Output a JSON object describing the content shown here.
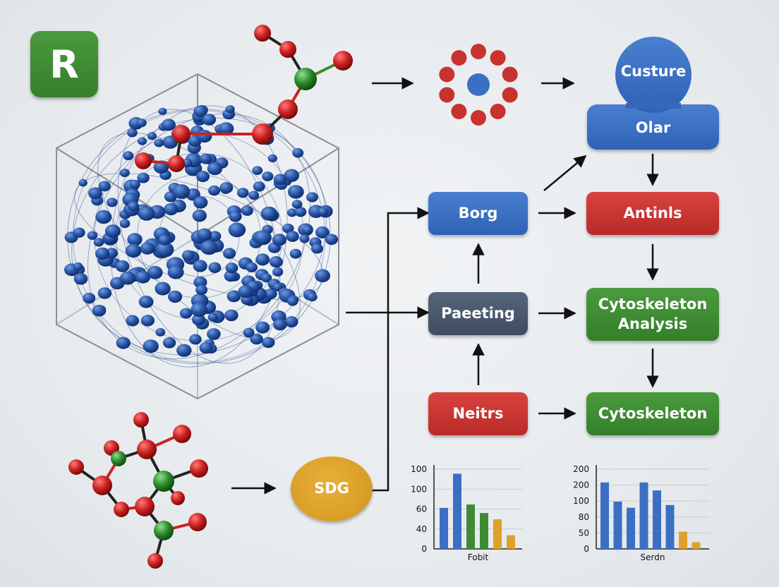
{
  "logo": {
    "letter": "R",
    "color": "#3f8a35"
  },
  "nodes": {
    "custure": "Custure",
    "olar": "Olar",
    "borg": "Borg",
    "antinls": "Antinls",
    "paeeting": "Paeeting",
    "cyto_analysis": "Cytoskeleton\nAnalysis",
    "neitrs": "Neitrs",
    "cytoskeleton": "Cytoskeleton",
    "sdg": "SDG"
  },
  "colors": {
    "blue": "#3b6fc4",
    "red": "#c8322f",
    "green": "#3f8b35",
    "slate": "#4b596d",
    "gold": "#dca22a",
    "atom_blue": "#2a56a8",
    "atom_red": "#cc2222",
    "atom_green": "#2e8b2e"
  },
  "chart_data": [
    {
      "type": "bar",
      "ytick_labels": [
        "100",
        "100",
        "60",
        "40",
        "0"
      ],
      "xlabel": "Fobit",
      "values": [
        72,
        132,
        78,
        63,
        52,
        24
      ],
      "ylim": [
        0,
        140
      ],
      "bar_colors": [
        "#3b6fc4",
        "#3b6fc4",
        "#3f8b35",
        "#3f8b35",
        "#dca22a",
        "#dca22a"
      ],
      "grid": true
    },
    {
      "type": "bar",
      "ytick_labels": [
        "200",
        "200",
        "100",
        "80",
        "50",
        "0"
      ],
      "xlabel": "Serdn",
      "values": [
        250,
        178,
        155,
        250,
        220,
        165,
        65,
        25
      ],
      "ylim": [
        0,
        300
      ],
      "bar_colors": [
        "#3b6fc4",
        "#3b6fc4",
        "#3b6fc4",
        "#3b6fc4",
        "#3b6fc4",
        "#3b6fc4",
        "#dca22a",
        "#dca22a"
      ],
      "grid": true
    }
  ]
}
